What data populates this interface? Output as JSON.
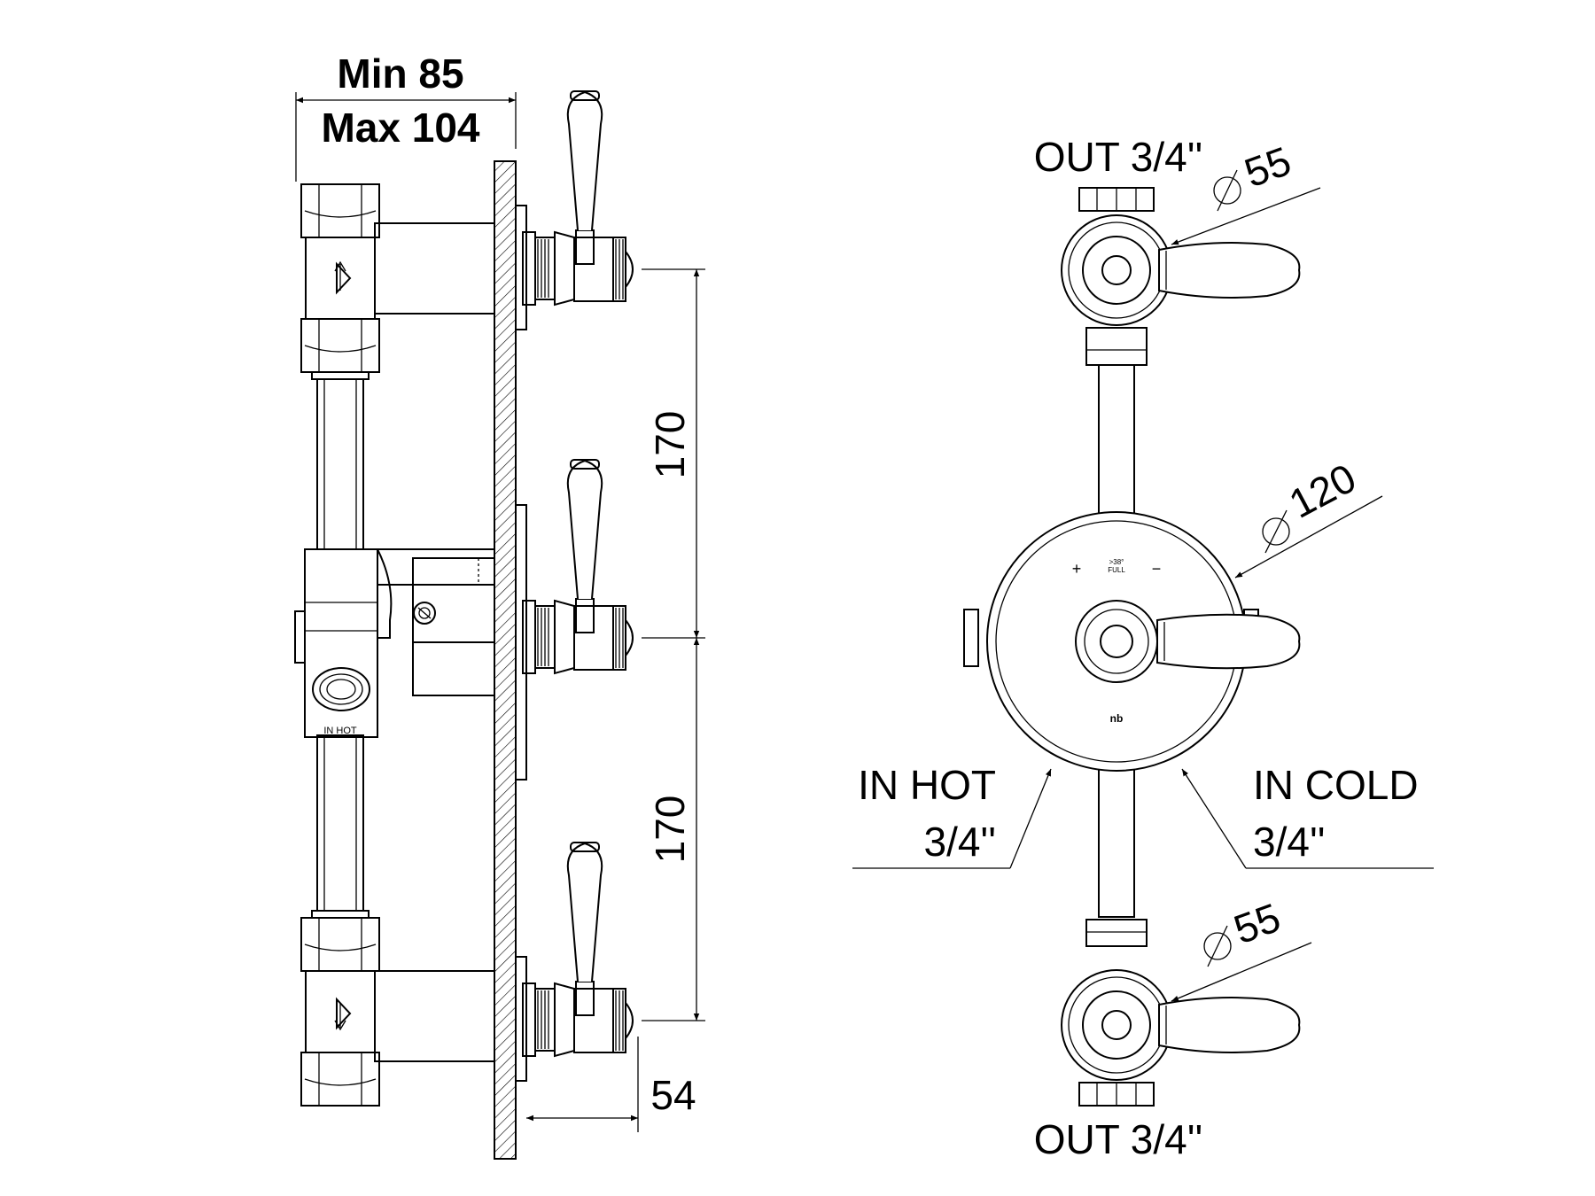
{
  "side_view": {
    "depth_min": "Min 85",
    "depth_max": "Max 104",
    "spacing_top": "170",
    "spacing_bottom": "170",
    "handle_projection": "54",
    "inlet_marking": "IN HOT"
  },
  "front_view": {
    "outlet_top": "OUT 3/4''",
    "outlet_bottom": "OUT 3/4''",
    "diameter_top": "55",
    "diameter_center": "120",
    "diameter_bottom": "55",
    "in_hot_label": "IN HOT",
    "in_hot_size": "3/4''",
    "in_cold_label": "IN COLD",
    "in_cold_size": "3/4''",
    "dial_plus": "+",
    "dial_mid_top": ">38°",
    "dial_mid_bottom": "FULL",
    "dial_minus": "−",
    "brand_mark": "nb"
  },
  "colors": {
    "line": "#000000",
    "background": "#ffffff"
  }
}
